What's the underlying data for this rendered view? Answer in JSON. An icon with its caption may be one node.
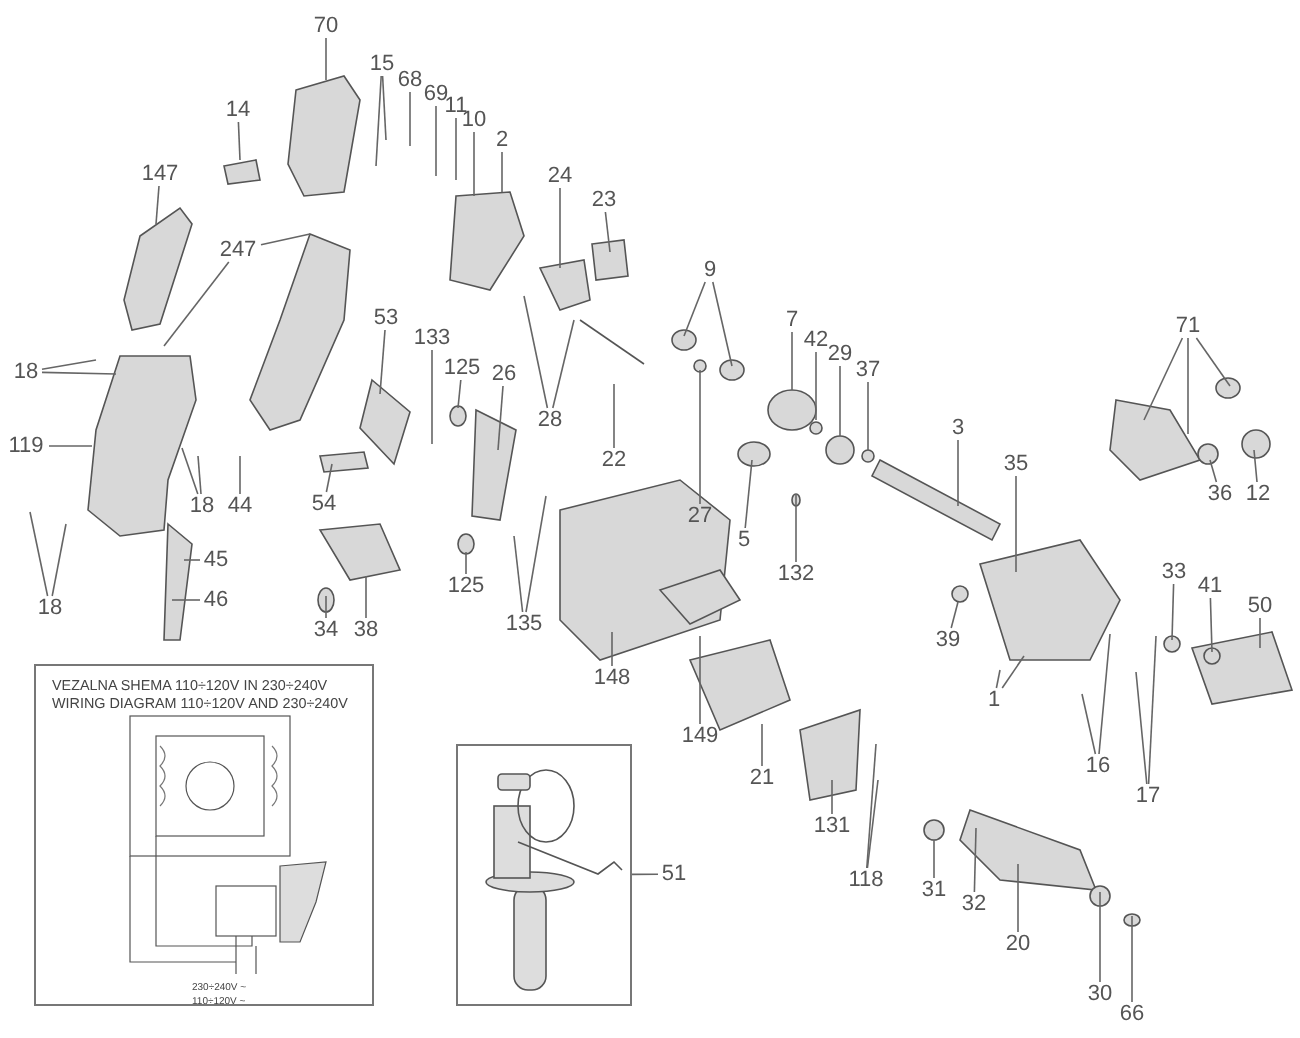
{
  "diagram": {
    "nodes": [
      {
        "text": [
          "70"
        ]
      },
      {
        "text": [
          "15"
        ]
      },
      {
        "text": [
          "68"
        ]
      },
      {
        "text": [
          "69"
        ]
      },
      {
        "text": [
          "11"
        ]
      },
      {
        "text": [
          "10"
        ]
      },
      {
        "text": [
          "2"
        ]
      },
      {
        "text": [
          "14"
        ]
      },
      {
        "text": [
          "24"
        ]
      },
      {
        "text": [
          "147"
        ]
      },
      {
        "text": [
          "23"
        ]
      },
      {
        "text": [
          "247"
        ]
      },
      {
        "text": [
          "9"
        ]
      },
      {
        "text": [
          "71"
        ]
      },
      {
        "text": [
          "7"
        ]
      },
      {
        "text": [
          "53"
        ]
      },
      {
        "text": [
          "42"
        ]
      },
      {
        "text": [
          "133"
        ]
      },
      {
        "text": [
          "29"
        ]
      },
      {
        "text": [
          "125"
        ]
      },
      {
        "text": [
          "37"
        ]
      },
      {
        "text": [
          "18"
        ]
      },
      {
        "text": [
          "26"
        ]
      },
      {
        "text": [
          "28"
        ]
      },
      {
        "text": [
          "3"
        ]
      },
      {
        "text": [
          "119"
        ]
      },
      {
        "text": [
          "22"
        ]
      },
      {
        "text": [
          "35"
        ]
      },
      {
        "text": [
          "36"
        ]
      },
      {
        "text": [
          "12"
        ]
      },
      {
        "text": [
          "18"
        ]
      },
      {
        "text": [
          "44"
        ]
      },
      {
        "text": [
          "54"
        ]
      },
      {
        "text": [
          "27"
        ]
      },
      {
        "text": [
          "5"
        ]
      },
      {
        "text": [
          "45"
        ]
      },
      {
        "text": [
          "33"
        ]
      },
      {
        "text": [
          "132"
        ]
      },
      {
        "text": [
          "125"
        ]
      },
      {
        "text": [
          "41"
        ]
      },
      {
        "text": [
          "46"
        ]
      },
      {
        "text": [
          "50"
        ]
      },
      {
        "text": [
          "18"
        ]
      },
      {
        "text": [
          "135"
        ]
      },
      {
        "text": [
          "34"
        ]
      },
      {
        "text": [
          "38"
        ]
      },
      {
        "text": [
          "39"
        ]
      },
      {
        "text": [
          "148"
        ]
      },
      {
        "text": [
          "1"
        ]
      },
      {
        "text": [
          "149"
        ]
      },
      {
        "text": [
          "16"
        ]
      },
      {
        "text": [
          "21"
        ]
      },
      {
        "text": [
          "17"
        ]
      },
      {
        "text": [
          "131"
        ]
      },
      {
        "text": [
          "118"
        ]
      },
      {
        "text": [
          "31"
        ]
      },
      {
        "text": [
          "51"
        ]
      },
      {
        "text": [
          "32"
        ]
      },
      {
        "text": [
          "20"
        ]
      },
      {
        "text": [
          "30"
        ]
      },
      {
        "text": [
          "66"
        ]
      },
      {
        "text": [
          "VEZALNA SHEMA 110÷120V IN 230÷240V",
          "WIRING DIAGRAM 110÷120V AND 230÷240V"
        ]
      },
      {
        "text": [],
        "shape": "picture"
      }
    ],
    "edges": [
      {
        "from": 0,
        "to": null,
        "arrow": "none"
      },
      {
        "from": 1,
        "to": null,
        "arrow": "none"
      },
      {
        "from": 1,
        "to": null,
        "arrow": "none"
      },
      {
        "from": 2,
        "to": null,
        "arrow": "none"
      },
      {
        "from": 3,
        "to": null,
        "arrow": "none"
      },
      {
        "from": 4,
        "to": null,
        "arrow": "none"
      },
      {
        "from": 5,
        "to": null,
        "arrow": "none"
      },
      {
        "from": 6,
        "to": null,
        "arrow": "none"
      },
      {
        "from": 7,
        "to": null,
        "arrow": "none"
      },
      {
        "from": 8,
        "to": null,
        "arrow": "none"
      },
      {
        "from": 9,
        "to": null,
        "arrow": "none"
      },
      {
        "from": 10,
        "to": null,
        "arrow": "none"
      },
      {
        "from": 11,
        "to": null,
        "arrow": "none"
      },
      {
        "from": 11,
        "to": null,
        "arrow": "none"
      },
      {
        "from": 12,
        "to": null,
        "arrow": "none"
      },
      {
        "from": 12,
        "to": null,
        "arrow": "none"
      },
      {
        "from": 13,
        "to": null,
        "arrow": "none"
      },
      {
        "from": 13,
        "to": null,
        "arrow": "none"
      },
      {
        "from": 13,
        "to": null,
        "arrow": "none"
      },
      {
        "from": 14,
        "to": null,
        "arrow": "none"
      },
      {
        "from": 15,
        "to": null,
        "arrow": "none"
      },
      {
        "from": 16,
        "to": null,
        "arrow": "none"
      },
      {
        "from": 17,
        "to": null,
        "arrow": "none"
      },
      {
        "from": 18,
        "to": null,
        "arrow": "none"
      },
      {
        "from": 19,
        "to": null,
        "arrow": "none"
      },
      {
        "from": 20,
        "to": null,
        "arrow": "none"
      },
      {
        "from": 21,
        "to": null,
        "arrow": "none"
      },
      {
        "from": 21,
        "to": null,
        "arrow": "none"
      },
      {
        "from": 22,
        "to": null,
        "arrow": "none"
      },
      {
        "from": 23,
        "to": null,
        "arrow": "none"
      },
      {
        "from": 23,
        "to": null,
        "arrow": "none"
      },
      {
        "from": 24,
        "to": null,
        "arrow": "none"
      },
      {
        "from": 25,
        "to": null,
        "arrow": "none"
      },
      {
        "from": 26,
        "to": null,
        "arrow": "none"
      },
      {
        "from": 27,
        "to": null,
        "arrow": "none"
      },
      {
        "from": 28,
        "to": null,
        "arrow": "none"
      },
      {
        "from": 29,
        "to": null,
        "arrow": "none"
      },
      {
        "from": 30,
        "to": null,
        "arrow": "none"
      },
      {
        "from": 30,
        "to": null,
        "arrow": "none"
      },
      {
        "from": 31,
        "to": null,
        "arrow": "none"
      },
      {
        "from": 32,
        "to": null,
        "arrow": "none"
      },
      {
        "from": 33,
        "to": null,
        "arrow": "none"
      },
      {
        "from": 34,
        "to": null,
        "arrow": "none"
      },
      {
        "from": 35,
        "to": null,
        "arrow": "none"
      },
      {
        "from": 36,
        "to": null,
        "arrow": "none"
      },
      {
        "from": 37,
        "to": null,
        "arrow": "none"
      },
      {
        "from": 38,
        "to": null,
        "arrow": "none"
      },
      {
        "from": 39,
        "to": null,
        "arrow": "none"
      },
      {
        "from": 40,
        "to": null,
        "arrow": "none"
      },
      {
        "from": 41,
        "to": null,
        "arrow": "none"
      },
      {
        "from": 42,
        "to": null,
        "arrow": "none"
      },
      {
        "from": 42,
        "to": null,
        "arrow": "none"
      },
      {
        "from": 43,
        "to": null,
        "arrow": "none"
      },
      {
        "from": 43,
        "to": null,
        "arrow": "none"
      },
      {
        "from": 44,
        "to": null,
        "arrow": "none"
      },
      {
        "from": 45,
        "to": null,
        "arrow": "none"
      },
      {
        "from": 46,
        "to": null,
        "arrow": "none"
      },
      {
        "from": 47,
        "to": null,
        "arrow": "none"
      },
      {
        "from": 48,
        "to": null,
        "arrow": "none"
      },
      {
        "from": 48,
        "to": null,
        "arrow": "none"
      },
      {
        "from": 49,
        "to": null,
        "arrow": "none"
      },
      {
        "from": 50,
        "to": null,
        "arrow": "none"
      },
      {
        "from": 50,
        "to": null,
        "arrow": "none"
      },
      {
        "from": 51,
        "to": null,
        "arrow": "none"
      },
      {
        "from": 52,
        "to": null,
        "arrow": "none"
      },
      {
        "from": 52,
        "to": null,
        "arrow": "none"
      },
      {
        "from": 53,
        "to": null,
        "arrow": "none"
      },
      {
        "from": 54,
        "to": null,
        "arrow": "none"
      },
      {
        "from": 54,
        "to": null,
        "arrow": "none"
      },
      {
        "from": 55,
        "to": null,
        "arrow": "none"
      },
      {
        "from": 56,
        "to": 62,
        "arrow": "none"
      },
      {
        "from": 57,
        "to": null,
        "arrow": "none"
      },
      {
        "from": 58,
        "to": null,
        "arrow": "none"
      },
      {
        "from": 59,
        "to": null,
        "arrow": "none"
      },
      {
        "from": 60,
        "to": null,
        "arrow": "none"
      }
    ],
    "labels": [
      "230÷240V ~",
      "110÷120V ~"
    ]
  }
}
